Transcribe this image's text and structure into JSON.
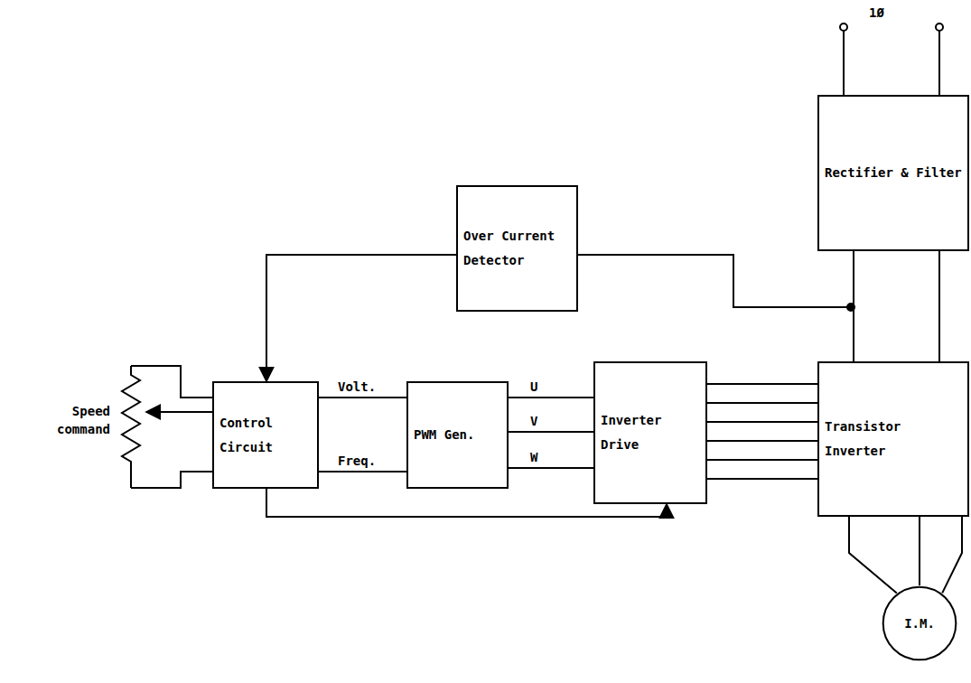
{
  "diagram": {
    "nodes": [
      {
        "text": [
          "Rectifier & Filter"
        ]
      },
      {
        "text": [
          "Over Current Detector"
        ]
      },
      {
        "text": [
          "Control Circuit"
        ]
      },
      {
        "text": [
          "PWM Gen."
        ]
      },
      {
        "text": [
          "Inverter Drive"
        ]
      },
      {
        "text": [
          "Transistor Inverter"
        ]
      },
      {
        "text": [
          "I.M."
        ]
      }
    ],
    "edges": [
      {
        "from": 1,
        "to": 2,
        "arrow": "to"
      },
      {
        "from": 2,
        "to": 3,
        "label": "Volt.",
        "arrow": "none"
      },
      {
        "from": 2,
        "to": 3,
        "label": "Freq.",
        "arrow": "none"
      },
      {
        "from": 3,
        "to": 4,
        "label": "U",
        "arrow": "none"
      },
      {
        "from": 3,
        "to": 4,
        "label": "V",
        "arrow": "none"
      },
      {
        "from": 3,
        "to": 4,
        "label": "W",
        "arrow": "none"
      },
      {
        "from": 4,
        "to": 5,
        "arrow": "none"
      },
      {
        "from": 4,
        "to": 5,
        "arrow": "none"
      },
      {
        "from": 4,
        "to": 5,
        "arrow": "none"
      },
      {
        "from": 4,
        "to": 5,
        "arrow": "none"
      },
      {
        "from": 4,
        "to": 5,
        "arrow": "none"
      },
      {
        "from": 4,
        "to": 5,
        "arrow": "none"
      },
      {
        "from": 2,
        "to": 4,
        "arrow": "to"
      },
      {
        "from": 0,
        "to": 5,
        "arrow": "none"
      },
      {
        "from": 0,
        "to": 5,
        "arrow": "none"
      },
      {
        "from": 5,
        "to": 6,
        "arrow": "none"
      },
      {
        "from": 5,
        "to": 6,
        "arrow": "none"
      },
      {
        "from": 5,
        "to": 6,
        "arrow": "none"
      }
    ],
    "labels": [
      "1Ø",
      "Speed command"
    ]
  }
}
